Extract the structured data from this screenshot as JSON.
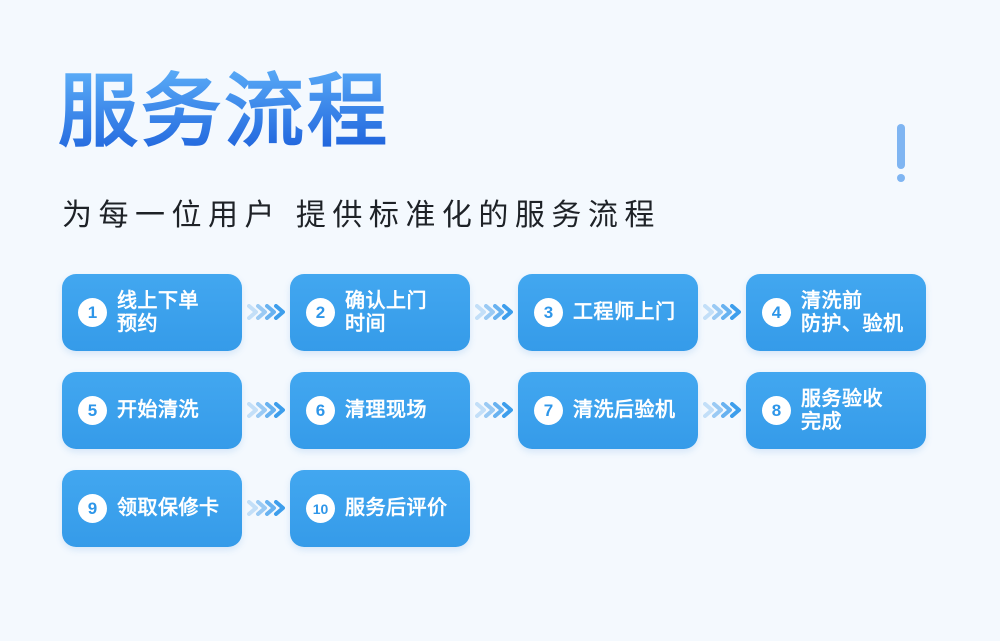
{
  "page": {
    "background_color": "#F4F9FE",
    "accent_color": "#3AA0EC"
  },
  "header": {
    "title": "服务流程",
    "title_gradient": [
      "#58A9F6",
      "#1C60DB"
    ],
    "subtitle": "为每一位用户 提供标准化的服务流程",
    "decoration": "exclamation-mark",
    "decoration_color": "#7FB5F2"
  },
  "flow": {
    "box_color": "#3AA0EC",
    "box_text_color": "#FFFFFF",
    "badge_number_color": "#2E96E9",
    "chevron_colors": [
      "#C3DFF8",
      "#9ACAF4",
      "#68B2F0",
      "#3D9EEC"
    ],
    "steps": [
      {
        "num": "1",
        "line1": "线上下单",
        "line2": "预约"
      },
      {
        "num": "2",
        "line1": "确认上门",
        "line2": "时间"
      },
      {
        "num": "3",
        "line1": "工程师上门",
        "line2": ""
      },
      {
        "num": "4",
        "line1": "清洗前",
        "line2": "防护、验机"
      },
      {
        "num": "5",
        "line1": "开始清洗",
        "line2": ""
      },
      {
        "num": "6",
        "line1": "清理现场",
        "line2": ""
      },
      {
        "num": "7",
        "line1": "清洗后验机",
        "line2": ""
      },
      {
        "num": "8",
        "line1": "服务验收",
        "line2": "完成"
      },
      {
        "num": "9",
        "line1": "领取保修卡",
        "line2": ""
      },
      {
        "num": "10",
        "line1": "服务后评价",
        "line2": ""
      }
    ]
  }
}
